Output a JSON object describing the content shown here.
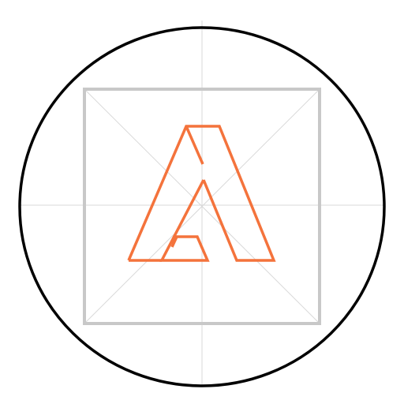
{
  "colors": {
    "background": "#ffffff",
    "circle_outline": "#000000",
    "guide_frame": "#c8c8c8",
    "guide_lines": "#d9d9d9",
    "logo_stroke": "#f4733c"
  },
  "elements": {
    "outer_circle": "circle-outline",
    "frame": "guide-square",
    "axes": "crosshair-guides",
    "diagonals": "diagonal-guides",
    "logo": "letter-a-logo-icon"
  }
}
